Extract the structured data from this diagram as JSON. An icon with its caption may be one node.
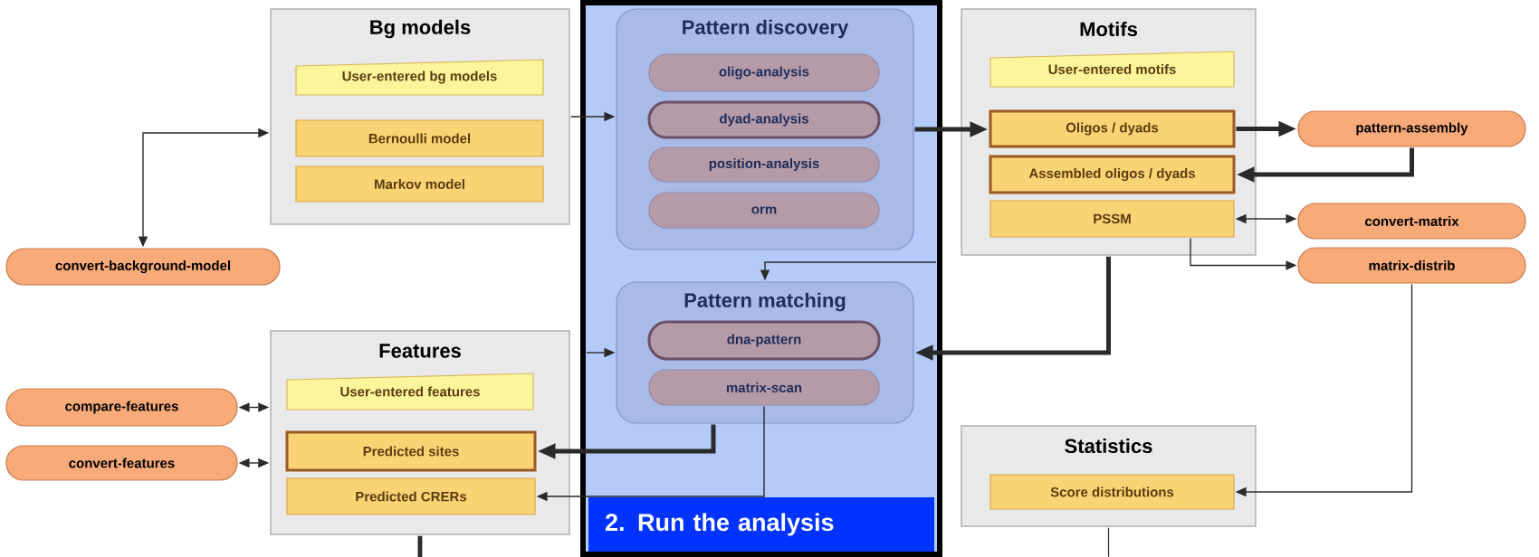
{
  "diagram": {
    "nodes": [
      {
        "text": [
          "Bg models"
        ]
      },
      {
        "text": [
          "User-entered bg models"
        ],
        "in": 0
      },
      {
        "text": [
          "Bernoulli model"
        ],
        "in": 0
      },
      {
        "text": [
          "Markov model"
        ],
        "in": 0
      },
      {
        "text": [
          "convert-background-model"
        ]
      },
      {
        "text": [
          "2. Run the analysis"
        ]
      },
      {
        "text": [
          "Pattern discovery"
        ],
        "in": 5
      },
      {
        "text": [
          "oligo-analysis"
        ],
        "in": 6
      },
      {
        "text": [
          "dyad-analysis"
        ],
        "in": 6
      },
      {
        "text": [
          "position-analysis"
        ],
        "in": 6
      },
      {
        "text": [
          "orm"
        ],
        "in": 6
      },
      {
        "text": [
          "Pattern matching"
        ],
        "in": 5
      },
      {
        "text": [
          "dna-pattern"
        ],
        "in": 11
      },
      {
        "text": [
          "matrix-scan"
        ],
        "in": 11
      },
      {
        "text": [
          "Motifs"
        ]
      },
      {
        "text": [
          "User-entered motifs"
        ],
        "in": 14
      },
      {
        "text": [
          "Oligos / dyads"
        ],
        "in": 14
      },
      {
        "text": [
          "Assembled oligos / dyads"
        ],
        "in": 14
      },
      {
        "text": [
          "PSSM"
        ],
        "in": 14
      },
      {
        "text": [
          "pattern-assembly"
        ]
      },
      {
        "text": [
          "convert-matrix"
        ]
      },
      {
        "text": [
          "matrix-distrib"
        ]
      },
      {
        "text": [
          "Features"
        ]
      },
      {
        "text": [
          "User-entered features"
        ],
        "in": 22
      },
      {
        "text": [
          "Predicted sites"
        ],
        "in": 22
      },
      {
        "text": [
          "Predicted CRERs"
        ],
        "in": 22
      },
      {
        "text": [
          "compare-features"
        ]
      },
      {
        "text": [
          "convert-features"
        ]
      },
      {
        "text": [
          "Statistics"
        ]
      },
      {
        "text": [
          "Score distributions"
        ],
        "in": 28
      }
    ],
    "edges": [
      {
        "from": 4,
        "to": 0,
        "arrow": "both"
      },
      {
        "from": 0,
        "to": 6,
        "arrow": "to"
      },
      {
        "from": 6,
        "to": 16,
        "arrow": "to",
        "style": "thick"
      },
      {
        "from": 16,
        "to": 19,
        "arrow": "to",
        "style": "thick"
      },
      {
        "from": 19,
        "to": 17,
        "arrow": "to",
        "style": "thick"
      },
      {
        "from": 18,
        "to": 20,
        "arrow": "both"
      },
      {
        "from": 18,
        "to": 21,
        "arrow": "to"
      },
      {
        "from": 21,
        "to": 29,
        "arrow": "to"
      },
      {
        "from": 14,
        "to": 11,
        "arrow": "to",
        "style": "thick"
      },
      {
        "from": null,
        "to": 11,
        "arrow": "to"
      },
      {
        "from": null,
        "to": 11,
        "arrow": "to"
      },
      {
        "from": 11,
        "to": 24,
        "arrow": "to",
        "style": "thick"
      },
      {
        "from": 13,
        "to": 25,
        "arrow": "to"
      },
      {
        "from": 26,
        "to": 22,
        "arrow": "both"
      },
      {
        "from": 27,
        "to": 22,
        "arrow": "both"
      },
      {
        "from": 22,
        "to": null,
        "arrow": "none",
        "style": "thick"
      },
      {
        "from": 28,
        "to": null,
        "arrow": "none"
      }
    ]
  }
}
